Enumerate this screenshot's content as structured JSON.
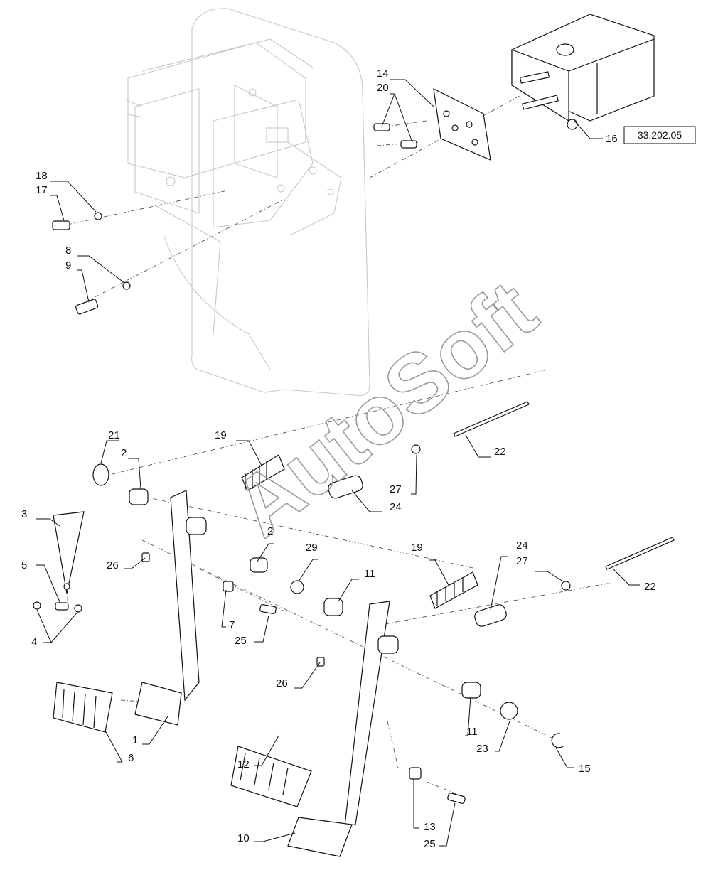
{
  "diagram": {
    "reference_code": "33.202.05",
    "watermark": "AutoSoft",
    "callouts": [
      {
        "id": "c14",
        "text": "14"
      },
      {
        "id": "c20",
        "text": "20"
      },
      {
        "id": "c16",
        "text": "16"
      },
      {
        "id": "c18",
        "text": "18"
      },
      {
        "id": "c17",
        "text": "17"
      },
      {
        "id": "c8",
        "text": "8"
      },
      {
        "id": "c9",
        "text": "9"
      },
      {
        "id": "c21",
        "text": "21"
      },
      {
        "id": "c2a",
        "text": "2"
      },
      {
        "id": "c19a",
        "text": "19"
      },
      {
        "id": "c22a",
        "text": "22"
      },
      {
        "id": "c27a",
        "text": "27"
      },
      {
        "id": "c24a",
        "text": "24"
      },
      {
        "id": "c3",
        "text": "3"
      },
      {
        "id": "c5",
        "text": "5"
      },
      {
        "id": "c4",
        "text": "4"
      },
      {
        "id": "c26a",
        "text": "26"
      },
      {
        "id": "c2b",
        "text": "2"
      },
      {
        "id": "c29",
        "text": "29"
      },
      {
        "id": "c11a",
        "text": "11"
      },
      {
        "id": "c19b",
        "text": "19"
      },
      {
        "id": "c24b",
        "text": "24"
      },
      {
        "id": "c27b",
        "text": "27"
      },
      {
        "id": "c22b",
        "text": "22"
      },
      {
        "id": "c7",
        "text": "7"
      },
      {
        "id": "c25a",
        "text": "25"
      },
      {
        "id": "c26b",
        "text": "26"
      },
      {
        "id": "c1",
        "text": "1"
      },
      {
        "id": "c6",
        "text": "6"
      },
      {
        "id": "c11b",
        "text": "11"
      },
      {
        "id": "c23",
        "text": "23"
      },
      {
        "id": "c15",
        "text": "15"
      },
      {
        "id": "c12",
        "text": "12"
      },
      {
        "id": "c10",
        "text": "10"
      },
      {
        "id": "c13",
        "text": "13"
      },
      {
        "id": "c25b",
        "text": "25"
      }
    ]
  }
}
